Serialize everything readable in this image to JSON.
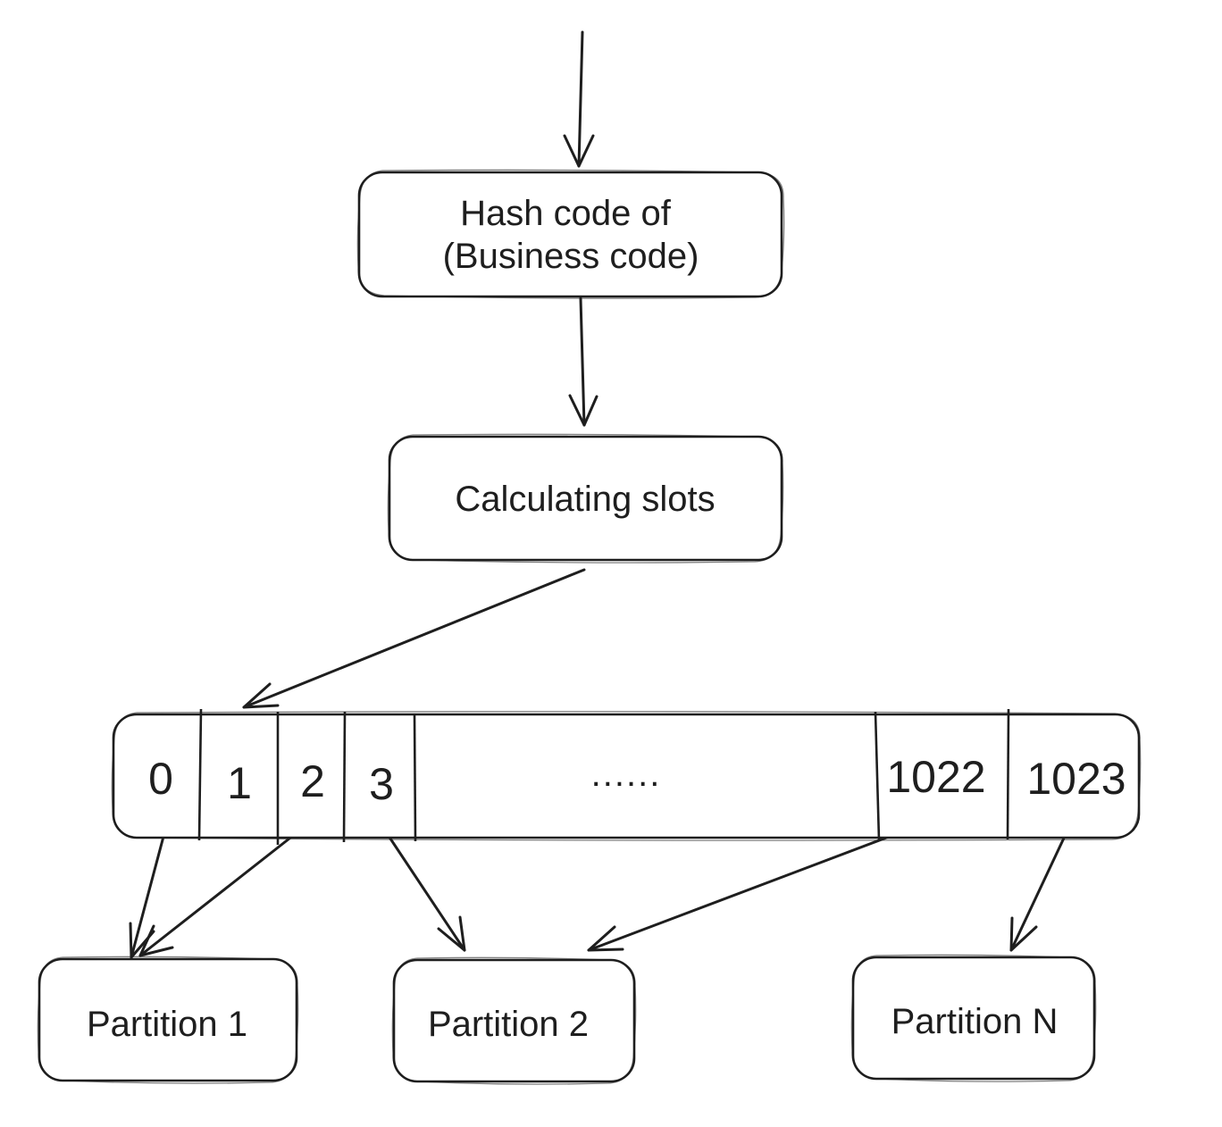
{
  "diagram": {
    "hash_box": {
      "line1": "Hash code of",
      "line2": "(Business code)"
    },
    "calc_box": {
      "label": "Calculating slots"
    },
    "slots": {
      "labels": [
        "0",
        "1",
        "2",
        "3",
        "......",
        "1022",
        "1023"
      ]
    },
    "partitions": [
      {
        "label": "Partition 1"
      },
      {
        "label": "Partition 2"
      },
      {
        "label": "Partition N"
      }
    ],
    "colors": {
      "stroke": "#1e1e1e",
      "background": "#ffffff"
    }
  }
}
